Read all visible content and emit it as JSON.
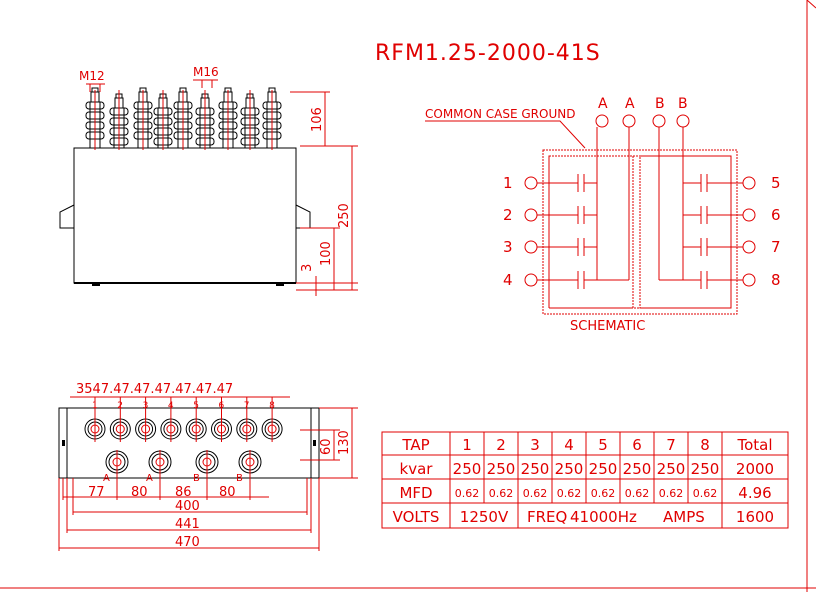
{
  "title": "RFM1.25-2000-41S",
  "side_view": {
    "label_m12": "M12",
    "label_m16": "M16",
    "dims": [
      "106",
      "250",
      "100",
      "3"
    ]
  },
  "schematic": {
    "common_case_ground": "COMMON CASE GROUND",
    "label": "SCHEMATIC",
    "top_terminals": [
      "A",
      "A",
      "B",
      "B"
    ],
    "left_taps": [
      "1",
      "2",
      "3",
      "4"
    ],
    "right_taps": [
      "5",
      "6",
      "7",
      "8"
    ]
  },
  "top_view": {
    "spacing_label": "3547.47.47.47.47.47.47",
    "terminal_numbers": [
      "1",
      "2",
      "3",
      "4",
      "5",
      "6",
      "7",
      "8"
    ],
    "bushing_labels": [
      "A",
      "A",
      "B",
      "B"
    ],
    "bottom_dims": [
      "77",
      "80",
      "86",
      "80"
    ],
    "overall_dims": [
      "400",
      "441",
      "470"
    ],
    "right_dims": [
      "60",
      "130"
    ]
  },
  "table": {
    "headers": [
      "TAP",
      "1",
      "2",
      "3",
      "4",
      "5",
      "6",
      "7",
      "8",
      "Total"
    ],
    "kvar_label": "kvar",
    "kvar": [
      "250",
      "250",
      "250",
      "250",
      "250",
      "250",
      "250",
      "250"
    ],
    "kvar_total": "2000",
    "mfd_label": "MFD",
    "mfd": [
      "0.62",
      "0.62",
      "0.62",
      "0.62",
      "0.62",
      "0.62",
      "0.62",
      "0.62"
    ],
    "mfd_total": "4.96",
    "volts_label": "VOLTS",
    "volts_value": "1250V",
    "freq_label": "FREQ",
    "freq_value": "41000Hz",
    "amps_label": "AMPS",
    "amps_total": "1600"
  }
}
